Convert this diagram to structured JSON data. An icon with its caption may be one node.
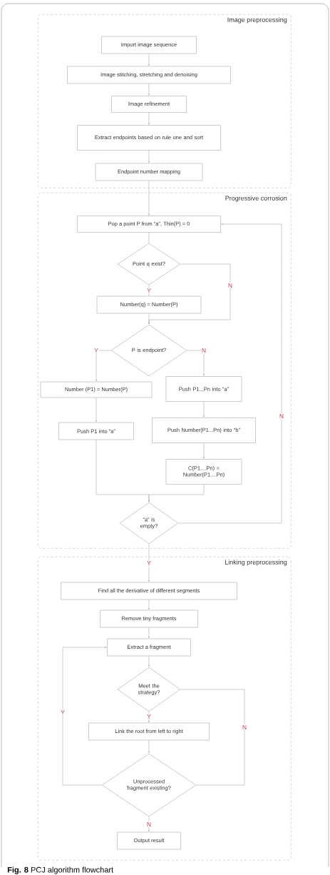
{
  "diagram": {
    "caption": "**Fig. 8** PCJ algorithm flowchart",
    "nodes": [
      {
        "text": [
          "Image preprocessing"
        ]
      },
      {
        "text": [
          "Import image sequence"
        ],
        "in": 0
      },
      {
        "text": [
          "Image stitching, stretching and denoising"
        ],
        "in": 0
      },
      {
        "text": [
          "Image refinement"
        ],
        "in": 0
      },
      {
        "text": [
          "Extract endpoints based on rule one and sort"
        ],
        "in": 0
      },
      {
        "text": [
          "Endpoint number mapping"
        ],
        "in": 0
      },
      {
        "text": [
          "Progressive corrosion"
        ]
      },
      {
        "text": [
          "Pop a point P from “a”, Thin(P) = 0"
        ],
        "in": 6
      },
      {
        "text": [
          "Point q exist?"
        ],
        "in": 6
      },
      {
        "text": [
          "Number(q) = Number(P)"
        ],
        "in": 6
      },
      {
        "text": [
          "P is endpoint?"
        ],
        "in": 6
      },
      {
        "text": [
          "Number (P1) = Number(P)"
        ],
        "in": 6
      },
      {
        "text": [
          "Push P1...Pn into “a”"
        ],
        "in": 6
      },
      {
        "text": [
          "Push P1 into “a”"
        ],
        "in": 6
      },
      {
        "text": [
          "Push Number(P1...Pn) into “b”"
        ],
        "in": 6
      },
      {
        "text": [
          "C(P1....Pn) = Number(P1....Pn)"
        ],
        "in": 6
      },
      {
        "text": [
          "“a” is empty?"
        ],
        "in": 6
      },
      {
        "text": [
          "Linking preprocessing"
        ]
      },
      {
        "text": [
          "Find all the derivative of different segments"
        ],
        "in": 17
      },
      {
        "text": [
          "Remove tiny fragments"
        ],
        "in": 17
      },
      {
        "text": [
          "Extract a fragment"
        ],
        "in": 17
      },
      {
        "text": [
          "Meet the strategy?"
        ],
        "in": 17
      },
      {
        "text": [
          "Link the root from left to right"
        ],
        "in": 17
      },
      {
        "text": [
          "Unprocessed fragment existing?"
        ],
        "in": 17
      },
      {
        "text": [
          "Output result"
        ],
        "in": 17
      }
    ],
    "edges": [
      {
        "from": 1,
        "to": 2,
        "arrow": "to"
      },
      {
        "from": 2,
        "to": 3,
        "arrow": "to"
      },
      {
        "from": 3,
        "to": 4,
        "arrow": "to"
      },
      {
        "from": 4,
        "to": 5,
        "arrow": "to"
      },
      {
        "from": 5,
        "to": 7,
        "arrow": "to"
      },
      {
        "from": 7,
        "to": 8,
        "arrow": "none"
      },
      {
        "from": 8,
        "to": 9,
        "arrow": "none",
        "label": "Y"
      },
      {
        "from": 8,
        "to": 10,
        "arrow": "to",
        "label": "N"
      },
      {
        "from": 9,
        "to": 10,
        "arrow": "to"
      },
      {
        "from": 10,
        "to": 11,
        "arrow": "to",
        "label": "Y"
      },
      {
        "from": 10,
        "to": 12,
        "arrow": "to",
        "label": "N"
      },
      {
        "from": 11,
        "to": 13,
        "arrow": "to"
      },
      {
        "from": 12,
        "to": 14,
        "arrow": "to"
      },
      {
        "from": 14,
        "to": 15,
        "arrow": "to"
      },
      {
        "from": 13,
        "to": 16,
        "arrow": "to"
      },
      {
        "from": 15,
        "to": 16,
        "arrow": "to"
      },
      {
        "from": 16,
        "to": 7,
        "arrow": "to",
        "label": "N"
      },
      {
        "from": 16,
        "to": 18,
        "arrow": "to",
        "label": "Y"
      },
      {
        "from": 18,
        "to": 19,
        "arrow": "to"
      },
      {
        "from": 19,
        "to": 20,
        "arrow": "to"
      },
      {
        "from": 20,
        "to": 21,
        "arrow": "to"
      },
      {
        "from": 21,
        "to": 22,
        "arrow": "to",
        "label": "Y"
      },
      {
        "from": 21,
        "to": 23,
        "arrow": "none",
        "label": "N"
      },
      {
        "from": 22,
        "to": 23,
        "arrow": "to"
      },
      {
        "from": 23,
        "to": 20,
        "arrow": "to",
        "label": "Y"
      },
      {
        "from": 23,
        "to": 24,
        "arrow": "to",
        "label": "N"
      }
    ]
  }
}
